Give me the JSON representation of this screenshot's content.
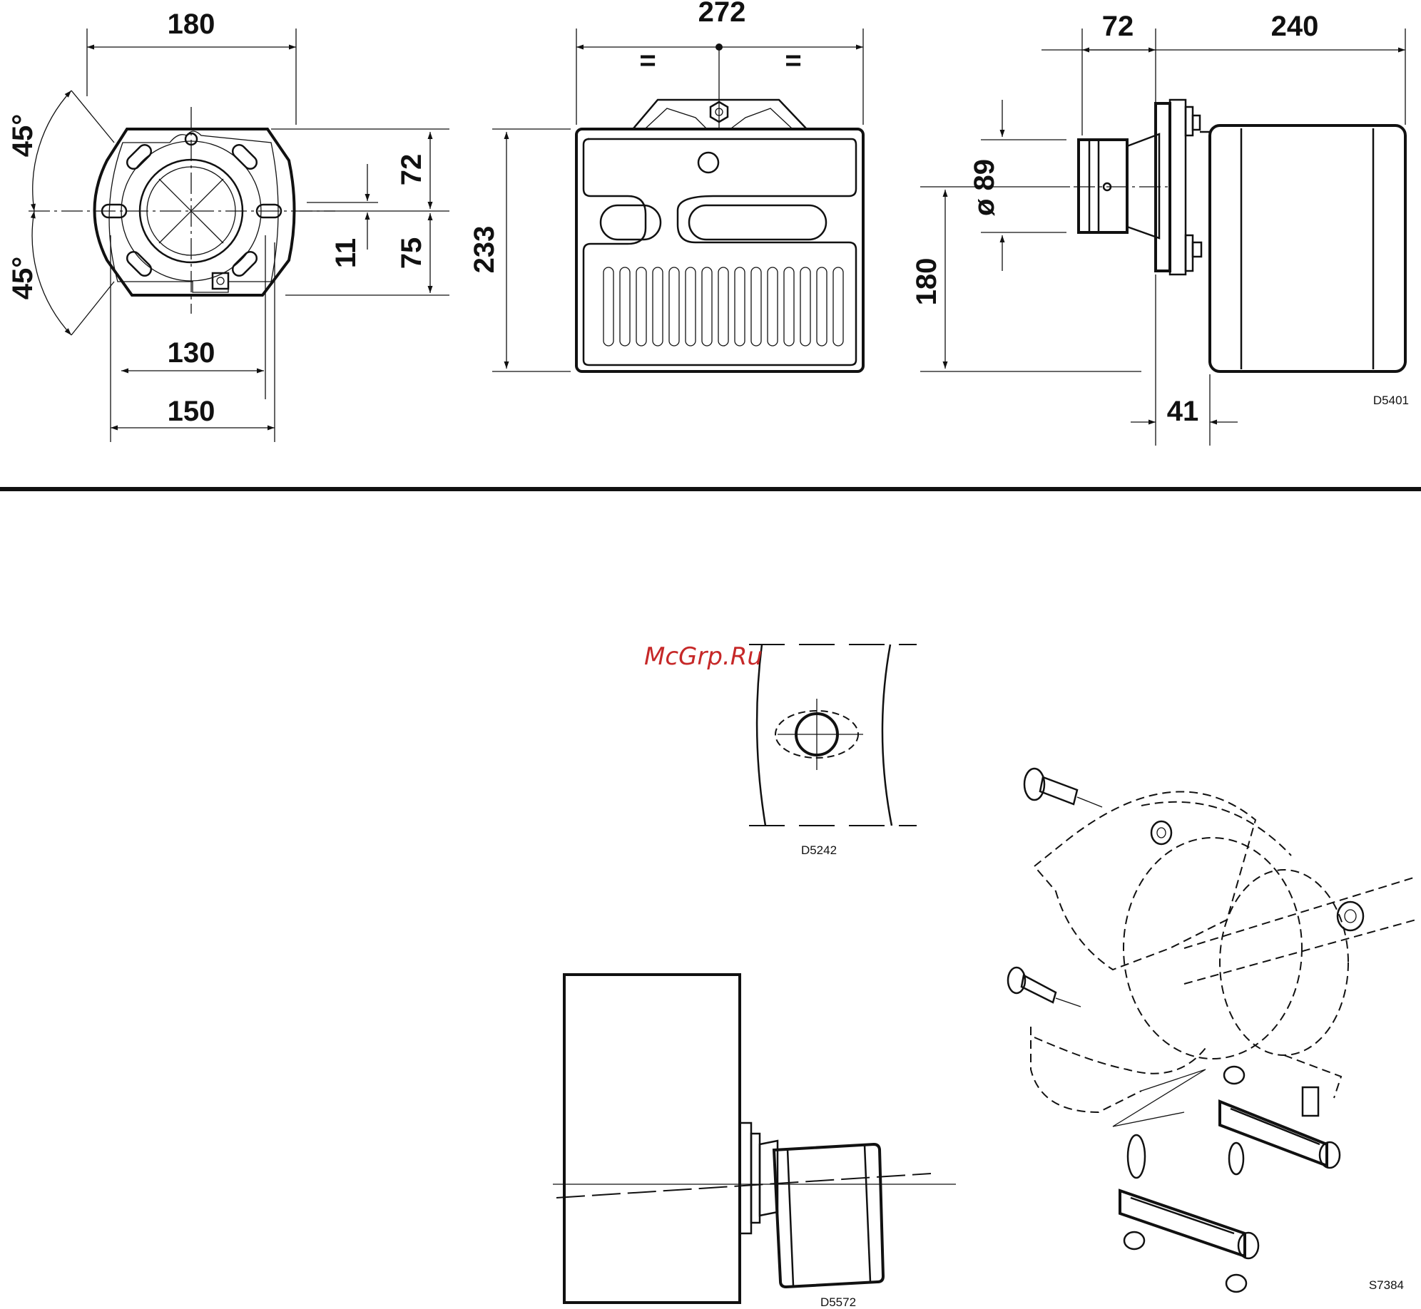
{
  "page": {
    "watermark": "McGrp.Ru"
  },
  "front_view": {
    "dim_width_top": "180",
    "dim_angle_upper": "45°",
    "dim_angle_lower": "45°",
    "dim_width_inner": "130",
    "dim_width_outer": "150",
    "dim_height_upper": "72",
    "dim_height_lower": "75",
    "dim_offset": "11"
  },
  "top_view": {
    "dim_width": "272",
    "equal_left": "=",
    "equal_right": "=",
    "dim_height": "233"
  },
  "side_view": {
    "dim_tube_length": "72",
    "dim_body_length": "240",
    "dim_diameter": "ø 89",
    "dim_height": "180",
    "dim_flange": "41",
    "drawing_code": "D5401"
  },
  "detail_slot": {
    "drawing_code": "D5242"
  },
  "detail_tilt": {
    "drawing_code": "D5572"
  },
  "detail_assembly": {
    "drawing_code": "S7384"
  }
}
